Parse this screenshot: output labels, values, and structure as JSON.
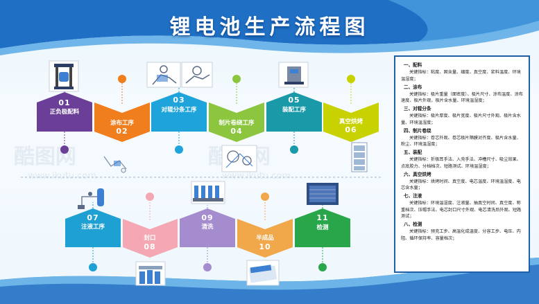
{
  "title": "锂电池生产流程图",
  "watermark": {
    "brand": "酷图网",
    "url": "www.ikutu.com"
  },
  "colors": {
    "banner": "#1f6fc4",
    "step01": "#6b3f98",
    "step02": "#f07e1d",
    "step03": "#1ea4db",
    "step04": "#8cc63f",
    "step05": "#1a9aa8",
    "step06": "#c8d200",
    "step07": "#1ea0d2",
    "step08": "#f4a8b4",
    "step09": "#a58ccf",
    "step10": "#f0a84a",
    "step11": "#29a64a"
  },
  "steps": [
    {
      "num": "01",
      "label": "正负极配料"
    },
    {
      "num": "02",
      "label": "涂布工序"
    },
    {
      "num": "03",
      "label": "对辊分条工序"
    },
    {
      "num": "04",
      "label": "制片卷绕工序"
    },
    {
      "num": "05",
      "label": "装配工序"
    },
    {
      "num": "06",
      "label": "真空烘烤"
    },
    {
      "num": "07",
      "label": "注液工序"
    },
    {
      "num": "08",
      "label": "封口"
    },
    {
      "num": "09",
      "label": "清洗"
    },
    {
      "num": "10",
      "label": "半成品"
    },
    {
      "num": "11",
      "label": "检测"
    }
  ],
  "panel": {
    "sections": [
      {
        "head": "一、配料",
        "body": "关键指标：粘度、固含量、细度、真空度、浆料温度、环境温湿度；"
      },
      {
        "head": "二、涂布",
        "body": "关键指标：极片重量（面密度）、极片尺寸、涂布温度、涂布速度、极片外观，极片含水量、环境温湿度；"
      },
      {
        "head": "三、对辊分条",
        "body": "关键指标：极片厚度、极片宽度、极片尺寸外观、极片含水量、环境温湿度；"
      },
      {
        "head": "四、制片卷绕",
        "body": "关键指标：卷芯外观、卷芯极片隔膜对齐度、极片含水量、粉尘、环境温湿度；"
      },
      {
        "head": "五、装配",
        "body": "关键指标：折极耳手法、入壳手法、冲槽尺寸、吸尘效果、点底胶力、分档档次、短路测试、环境温湿度；"
      },
      {
        "head": "六、真空烘烤",
        "body": "关键指标：烘烤时间、真空度、电芯温度、环境温湿度、电芯含水量；"
      },
      {
        "head": "七、注液",
        "body": "关键指标：环境温湿度、注液量、抽真空时间、真空度、称重档次、压帽手法、电芯封口尺寸外观、电芯清洗后外观、短路测试；"
      },
      {
        "head": "八、检测",
        "body": "关键指标：预充工步、高温化成温度、分容工步、电压、内阻、循环保持率、容量档次；"
      }
    ]
  }
}
